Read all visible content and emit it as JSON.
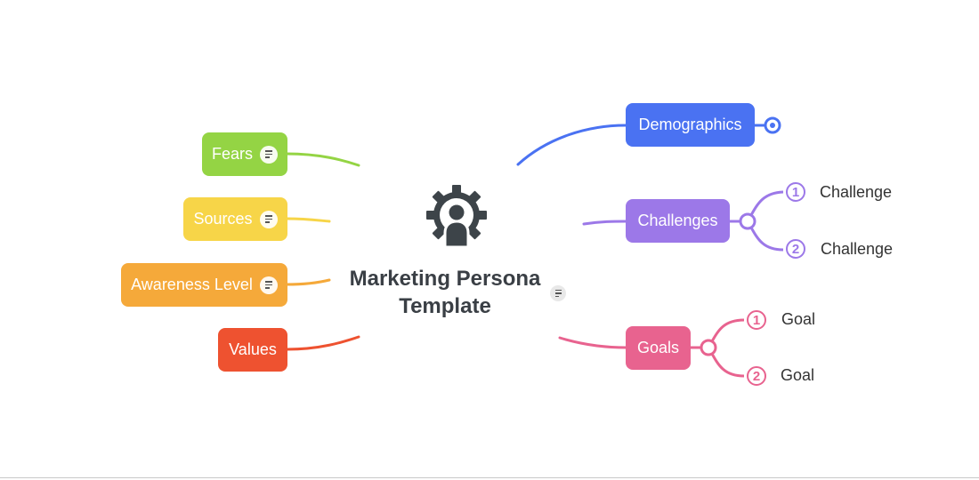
{
  "diagram": {
    "title": "Marketing Persona Template",
    "left_topics": [
      {
        "label": "Fears",
        "color": "#94d444",
        "has_note": true
      },
      {
        "label": "Sources",
        "color": "#f7d548",
        "has_note": true
      },
      {
        "label": "Awareness Level",
        "color": "#f5a93a",
        "has_note": true
      },
      {
        "label": "Values",
        "color": "#ee5230",
        "has_note": false
      }
    ],
    "right_topics": [
      {
        "label": "Demographics",
        "color": "#4a72f2",
        "collapsed": true
      },
      {
        "label": "Challenges",
        "color": "#9c78e8",
        "children": [
          {
            "number": "1",
            "label": "Challenge"
          },
          {
            "number": "2",
            "label": "Challenge"
          }
        ]
      },
      {
        "label": "Goals",
        "color": "#e8638f",
        "children": [
          {
            "number": "1",
            "label": "Goal"
          },
          {
            "number": "2",
            "label": "Goal"
          }
        ]
      }
    ],
    "center_icon": "persona-gear-icon",
    "center_note_icon": "note-icon"
  }
}
